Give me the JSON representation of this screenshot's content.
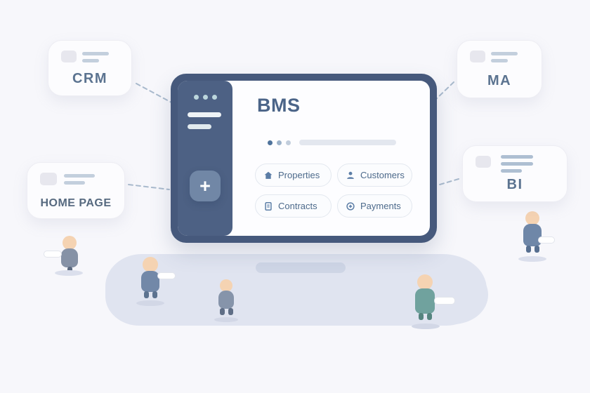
{
  "device": {
    "title": "BMS",
    "plus_label": "+",
    "sidebar_icon": "plus-icon",
    "menu_buttons": [
      {
        "label": "Properties",
        "icon": "home-icon"
      },
      {
        "label": "Customers",
        "icon": "user-icon"
      },
      {
        "label": "Contracts",
        "icon": "contract-icon"
      },
      {
        "label": "Payments",
        "icon": "payments-icon"
      }
    ]
  },
  "modules": [
    {
      "label": "CRM"
    },
    {
      "label": "MA"
    },
    {
      "label": "HOME PAGE"
    },
    {
      "label": "BI"
    }
  ],
  "colors": {
    "background": "#f7f7fb",
    "frame": "#46597c",
    "sidebar": "#4d6184",
    "accent_button": "#7187a6",
    "title_text": "#4b6488",
    "button_text": "#4d6a8b",
    "icon_blue": "#5b7da6",
    "card_text": "#5b7390",
    "dashed_line": "#a9bacd",
    "ground": "#e0e4f0",
    "skin": "#f5d3b2",
    "person_blue": "#7288a8",
    "person_teal": "#70a29e"
  }
}
